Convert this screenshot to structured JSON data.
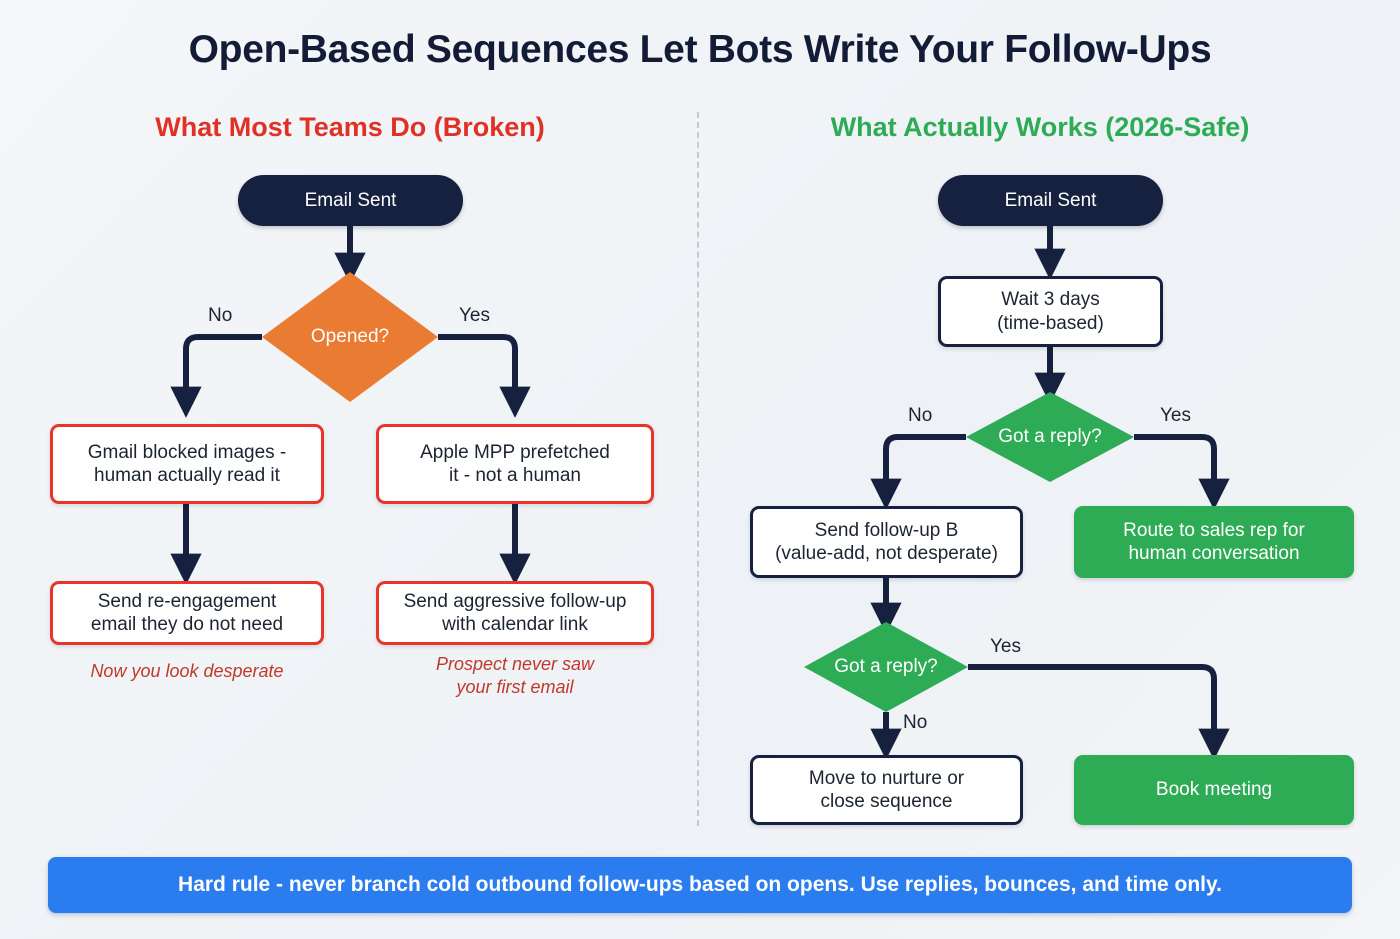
{
  "title": "Open-Based Sequences Let Bots Write Your Follow-Ups",
  "columns": {
    "left": {
      "heading": "What Most Teams Do (Broken)",
      "accent": "#e03127"
    },
    "right": {
      "heading": "What Actually Works (2026-Safe)",
      "accent": "#2eab55"
    }
  },
  "colors": {
    "background": "#f2f5f8",
    "navy": "#16213f",
    "orange": "#ea7b32",
    "green": "#2eab55",
    "red": "#e8342a",
    "caption_red": "#c0392b",
    "banner_blue": "#2b7def",
    "divider": "#c3ccd4"
  },
  "left_flow": {
    "start": "Email Sent",
    "decision": "Opened?",
    "branch_no_label": "No",
    "branch_yes_label": "Yes",
    "no_path": {
      "step1": "Gmail blocked images -\nhuman actually read it",
      "step2": "Send re-engagement\nemail they do not need",
      "caption": "Now you look desperate"
    },
    "yes_path": {
      "step1": "Apple MPP prefetched\nit - not a human",
      "step2": "Send aggressive follow-up\nwith calendar link",
      "caption": "Prospect never saw\nyour first email"
    }
  },
  "right_flow": {
    "start": "Email Sent",
    "wait": "Wait 3 days\n(time-based)",
    "decision1": "Got a reply?",
    "decision1_no_label": "No",
    "decision1_yes_label": "Yes",
    "followup_b": "Send follow-up B\n(value-add, not desperate)",
    "route_to_rep": "Route to sales rep for\nhuman conversation",
    "decision2": "Got a reply?",
    "decision2_yes_label": "Yes",
    "decision2_no_label": "No",
    "nurture": "Move to nurture or\nclose sequence",
    "book_meeting": "Book meeting"
  },
  "banner": "Hard rule - never branch cold outbound follow-ups based on opens. Use replies, bounces, and time only."
}
